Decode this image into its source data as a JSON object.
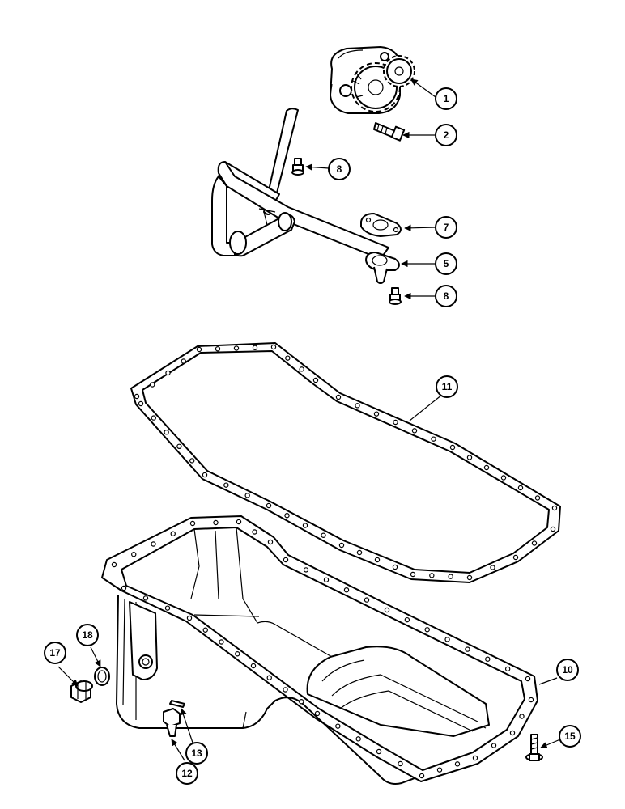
{
  "callouts": {
    "c1": "1",
    "c2": "2",
    "c8a": "8",
    "c7": "7",
    "c5": "5",
    "c8b": "8",
    "c11": "11",
    "c10": "10",
    "c17": "17",
    "c18": "18",
    "c13": "13",
    "c12": "12",
    "c15": "15"
  }
}
